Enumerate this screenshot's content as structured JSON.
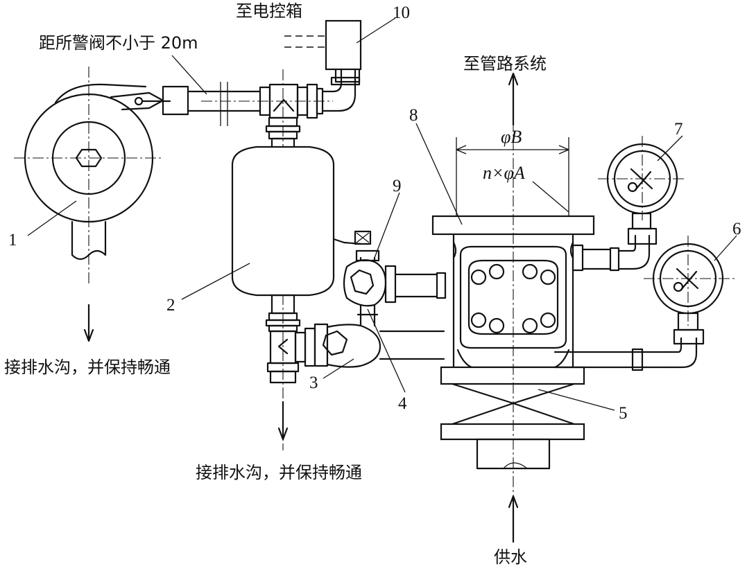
{
  "labels": {
    "to_control_box": "至电控箱",
    "distance_note": "距所警阀不小于 20m",
    "to_pipe_system": "至管路系统",
    "drain_left": "接排水沟，并保持畅通",
    "drain_center": "接排水沟，并保持畅通",
    "water_supply": "供水",
    "dim_b": "φB",
    "dim_a": "n×φA"
  },
  "callouts": {
    "c1": "1",
    "c2": "2",
    "c3": "3",
    "c4": "4",
    "c5": "5",
    "c6": "6",
    "c7": "7",
    "c8": "8",
    "c9": "9",
    "c10": "10"
  },
  "colors": {
    "ink": "#111111",
    "paper": "#ffffff"
  }
}
